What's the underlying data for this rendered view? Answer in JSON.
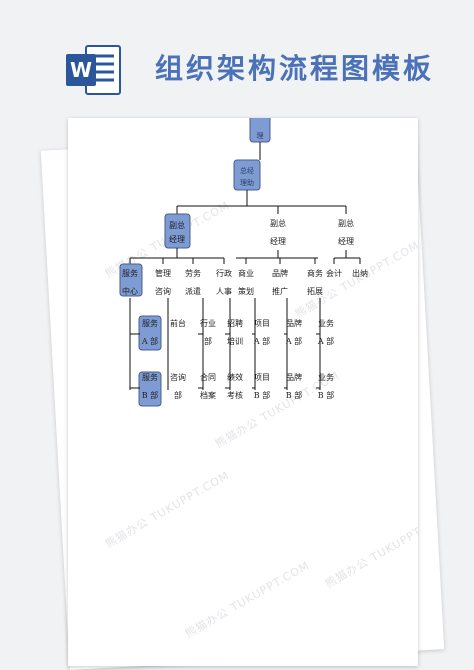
{
  "header": {
    "title": "组织架构流程图模板"
  },
  "icon": {
    "name": "word-icon",
    "color": "#2b579a"
  },
  "watermark": {
    "text": "熊猫办公 TUKUPPT.COM"
  },
  "chart": {
    "top_box": "理",
    "gm_box": [
      "总经",
      "理助"
    ],
    "vp_boxes": [
      {
        "label": [
          "副总",
          "经理"
        ]
      },
      {
        "label": [
          "副总",
          "经理"
        ]
      },
      {
        "label": [
          "副总",
          "经理"
        ]
      }
    ],
    "level3": [
      {
        "line1": "服务",
        "line2": "中心"
      },
      {
        "line1": "管理",
        "line2": "咨询"
      },
      {
        "line1": "劳务",
        "line2": "派遣"
      },
      {
        "line1": "行政",
        "line2": "人事"
      },
      {
        "line1": "商业",
        "line2": "策划"
      },
      {
        "line1": "品牌",
        "line2": "推广"
      },
      {
        "line1": "商务",
        "line2": "拓展"
      },
      {
        "line1": "会计",
        "line2": ""
      },
      {
        "line1": "出纳",
        "line2": ""
      }
    ],
    "level4a": [
      {
        "line1": "服务",
        "line2": "A 部"
      },
      {
        "line1": "前台",
        "line2": ""
      },
      {
        "line1": "行业",
        "line2": "部"
      },
      {
        "line1": "招聘",
        "line2": "培训"
      },
      {
        "line1": "项目",
        "line2": "A 部"
      },
      {
        "line1": "品牌",
        "line2": "A 部"
      },
      {
        "line1": "业务",
        "line2": "A 部"
      }
    ],
    "level4b": [
      {
        "line1": "服务",
        "line2": "B 部"
      },
      {
        "line1": "咨询",
        "line2": "部"
      },
      {
        "line1": "合同",
        "line2": "档案"
      },
      {
        "line1": "绩效",
        "line2": "考核"
      },
      {
        "line1": "项目",
        "line2": "B 部"
      },
      {
        "line1": "品牌",
        "line2": "B 部"
      },
      {
        "line1": "业务",
        "line2": "B 部"
      }
    ]
  }
}
